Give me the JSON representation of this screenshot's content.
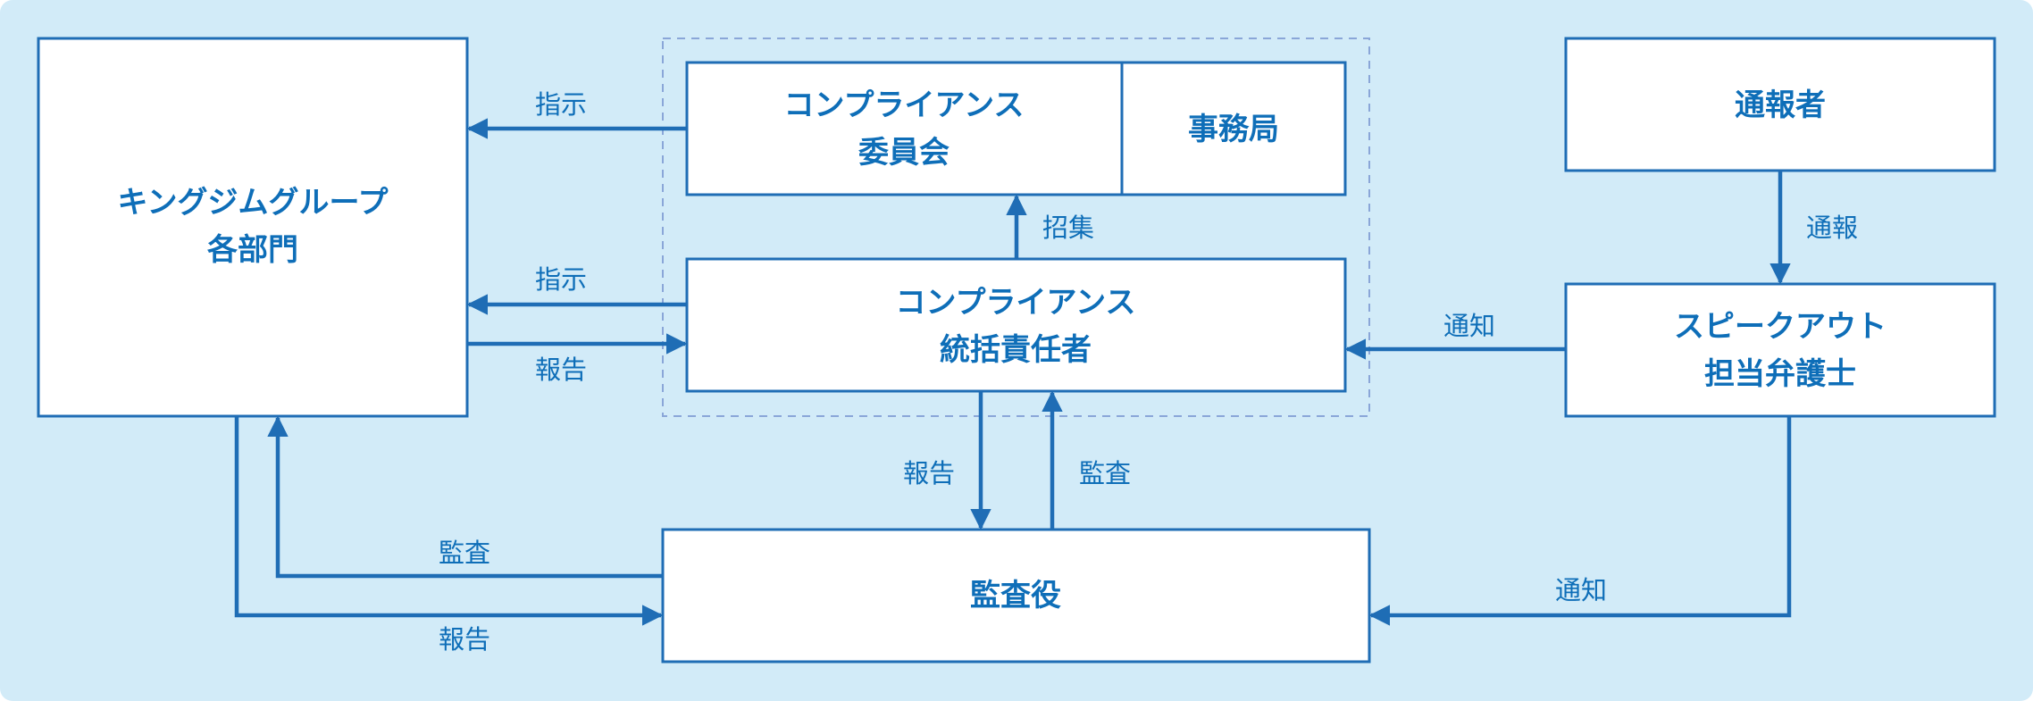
{
  "colors": {
    "panel_background": "#d2ebf8",
    "box_fill": "#ffffff",
    "box_border": "#1f6db5",
    "text": "#0e6eb8",
    "arrow": "#1f6db5",
    "group_dashed_border": "#8aa6d8"
  },
  "boxes": {
    "kingjim_group": {
      "line1": "キングジムグループ",
      "line2": "各部門"
    },
    "compliance_committee": {
      "line1": "コンプライアンス",
      "line2": "委員会"
    },
    "secretariat": {
      "label": "事務局"
    },
    "compliance_officer": {
      "line1": "コンプライアンス",
      "line2": "統括責任者"
    },
    "whistleblower": {
      "label": "通報者"
    },
    "speakout_lawyer": {
      "line1": "スピークアウト",
      "line2": "担当弁護士"
    },
    "auditor": {
      "label": "監査役"
    }
  },
  "edges": {
    "committee_to_group": "指示",
    "officer_to_group": "指示",
    "group_to_officer": "報告",
    "officer_to_committee": "招集",
    "whistleblower_to_lawyer": "通報",
    "lawyer_to_officer": "通知",
    "officer_to_auditor": "報告",
    "auditor_to_officer": "監査",
    "auditor_to_group": "監査",
    "group_to_auditor": "報告",
    "lawyer_to_auditor": "通知"
  }
}
